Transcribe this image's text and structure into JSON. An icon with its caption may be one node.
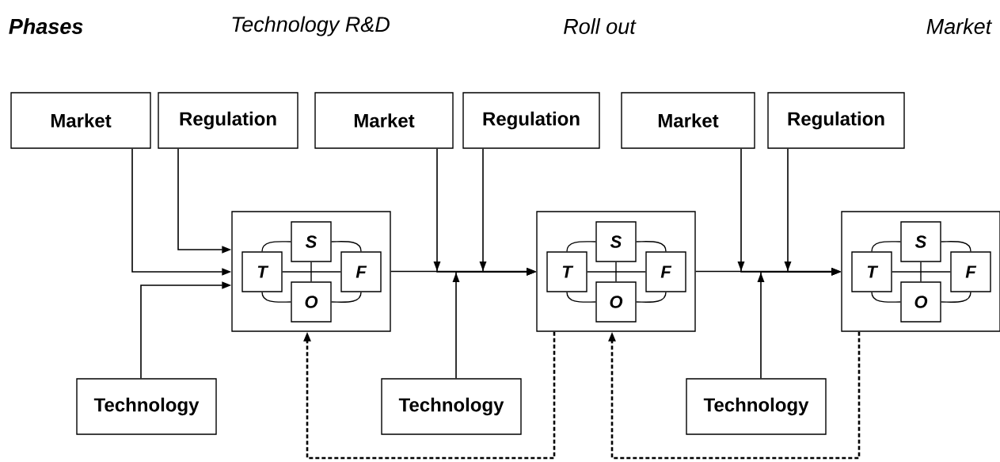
{
  "diagram": {
    "nodes": [
      {
        "text": [
          "Market"
        ]
      },
      {
        "text": [
          "Regulation"
        ]
      },
      {
        "text": [
          "Market"
        ]
      },
      {
        "text": [
          "Regulation"
        ]
      },
      {
        "text": [
          "Market"
        ]
      },
      {
        "text": [
          "Regulation"
        ]
      },
      {
        "text": [],
        "shape": "box"
      },
      {
        "text": [
          "S"
        ],
        "in": 6
      },
      {
        "text": [
          "T"
        ],
        "in": 6
      },
      {
        "text": [
          "F"
        ],
        "in": 6
      },
      {
        "text": [
          "O"
        ],
        "in": 6
      },
      {
        "text": [],
        "shape": "box"
      },
      {
        "text": [
          "S"
        ],
        "in": 11
      },
      {
        "text": [
          "T"
        ],
        "in": 11
      },
      {
        "text": [
          "F"
        ],
        "in": 11
      },
      {
        "text": [
          "O"
        ],
        "in": 11
      },
      {
        "text": [],
        "shape": "box"
      },
      {
        "text": [
          "S"
        ],
        "in": 16
      },
      {
        "text": [
          "T"
        ],
        "in": 16
      },
      {
        "text": [
          "F"
        ],
        "in": 16
      },
      {
        "text": [
          "O"
        ],
        "in": 16
      },
      {
        "text": [
          "Technology"
        ]
      },
      {
        "text": [
          "Technology"
        ]
      },
      {
        "text": [
          "Technology"
        ]
      }
    ],
    "edges": [
      {
        "from": 0,
        "to": 6,
        "arrow": "to"
      },
      {
        "from": 1,
        "to": 6,
        "arrow": "to"
      },
      {
        "from": 21,
        "to": 6,
        "arrow": "to"
      },
      {
        "from": 6,
        "to": 11,
        "arrow": "to"
      },
      {
        "from": 2,
        "to": 11,
        "arrow": "to"
      },
      {
        "from": 3,
        "to": 11,
        "arrow": "to"
      },
      {
        "from": 22,
        "to": 11,
        "arrow": "to"
      },
      {
        "from": 11,
        "to": 16,
        "arrow": "to"
      },
      {
        "from": 4,
        "to": 16,
        "arrow": "to"
      },
      {
        "from": 5,
        "to": 16,
        "arrow": "to"
      },
      {
        "from": 23,
        "to": 16,
        "arrow": "to"
      },
      {
        "from": 11,
        "to": 6,
        "arrow": "to",
        "style": "dashed"
      },
      {
        "from": 16,
        "to": 11,
        "arrow": "to",
        "style": "dashed"
      },
      {
        "from": 8,
        "to": 9,
        "arrow": "none"
      },
      {
        "from": 7,
        "to": 10,
        "arrow": "none"
      },
      {
        "from": 7,
        "to": 8,
        "arrow": "none"
      },
      {
        "from": 7,
        "to": 9,
        "arrow": "none"
      },
      {
        "from": 10,
        "to": 8,
        "arrow": "none"
      },
      {
        "from": 10,
        "to": 9,
        "arrow": "none"
      },
      {
        "from": 13,
        "to": 14,
        "arrow": "none"
      },
      {
        "from": 12,
        "to": 15,
        "arrow": "none"
      },
      {
        "from": 12,
        "to": 13,
        "arrow": "none"
      },
      {
        "from": 12,
        "to": 14,
        "arrow": "none"
      },
      {
        "from": 15,
        "to": 13,
        "arrow": "none"
      },
      {
        "from": 15,
        "to": 14,
        "arrow": "none"
      },
      {
        "from": 18,
        "to": 19,
        "arrow": "none"
      },
      {
        "from": 17,
        "to": 20,
        "arrow": "none"
      },
      {
        "from": 17,
        "to": 18,
        "arrow": "none"
      },
      {
        "from": 17,
        "to": 19,
        "arrow": "none"
      },
      {
        "from": 20,
        "to": 18,
        "arrow": "none"
      },
      {
        "from": 20,
        "to": 19,
        "arrow": "none"
      }
    ],
    "labels": [
      "Phases",
      "Technology R&D",
      "Roll out",
      "Market"
    ]
  }
}
